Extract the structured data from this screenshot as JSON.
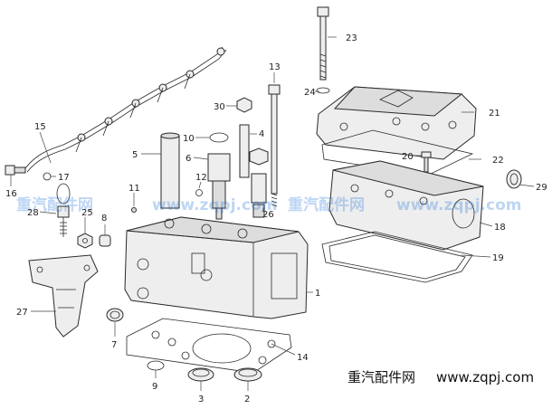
{
  "callouts": [
    {
      "n": "1"
    },
    {
      "n": "2"
    },
    {
      "n": "3"
    },
    {
      "n": "4"
    },
    {
      "n": "5"
    },
    {
      "n": "6"
    },
    {
      "n": "7"
    },
    {
      "n": "8"
    },
    {
      "n": "9"
    },
    {
      "n": "10"
    },
    {
      "n": "11"
    },
    {
      "n": "12"
    },
    {
      "n": "13"
    },
    {
      "n": "14"
    },
    {
      "n": "15"
    },
    {
      "n": "16"
    },
    {
      "n": "17"
    },
    {
      "n": "18"
    },
    {
      "n": "19"
    },
    {
      "n": "20"
    },
    {
      "n": "21"
    },
    {
      "n": "22"
    },
    {
      "n": "23"
    },
    {
      "n": "24"
    },
    {
      "n": "25"
    },
    {
      "n": "26"
    },
    {
      "n": "27"
    },
    {
      "n": "28"
    },
    {
      "n": "29"
    },
    {
      "n": "30"
    }
  ],
  "watermark": {
    "left": "重汽配件网",
    "mid": "www.zqpj.com",
    "right": "重汽配件网",
    "far": "www.zqpj.com"
  },
  "footer": {
    "brand": "重汽配件网",
    "url": "www.zqpj.com"
  }
}
